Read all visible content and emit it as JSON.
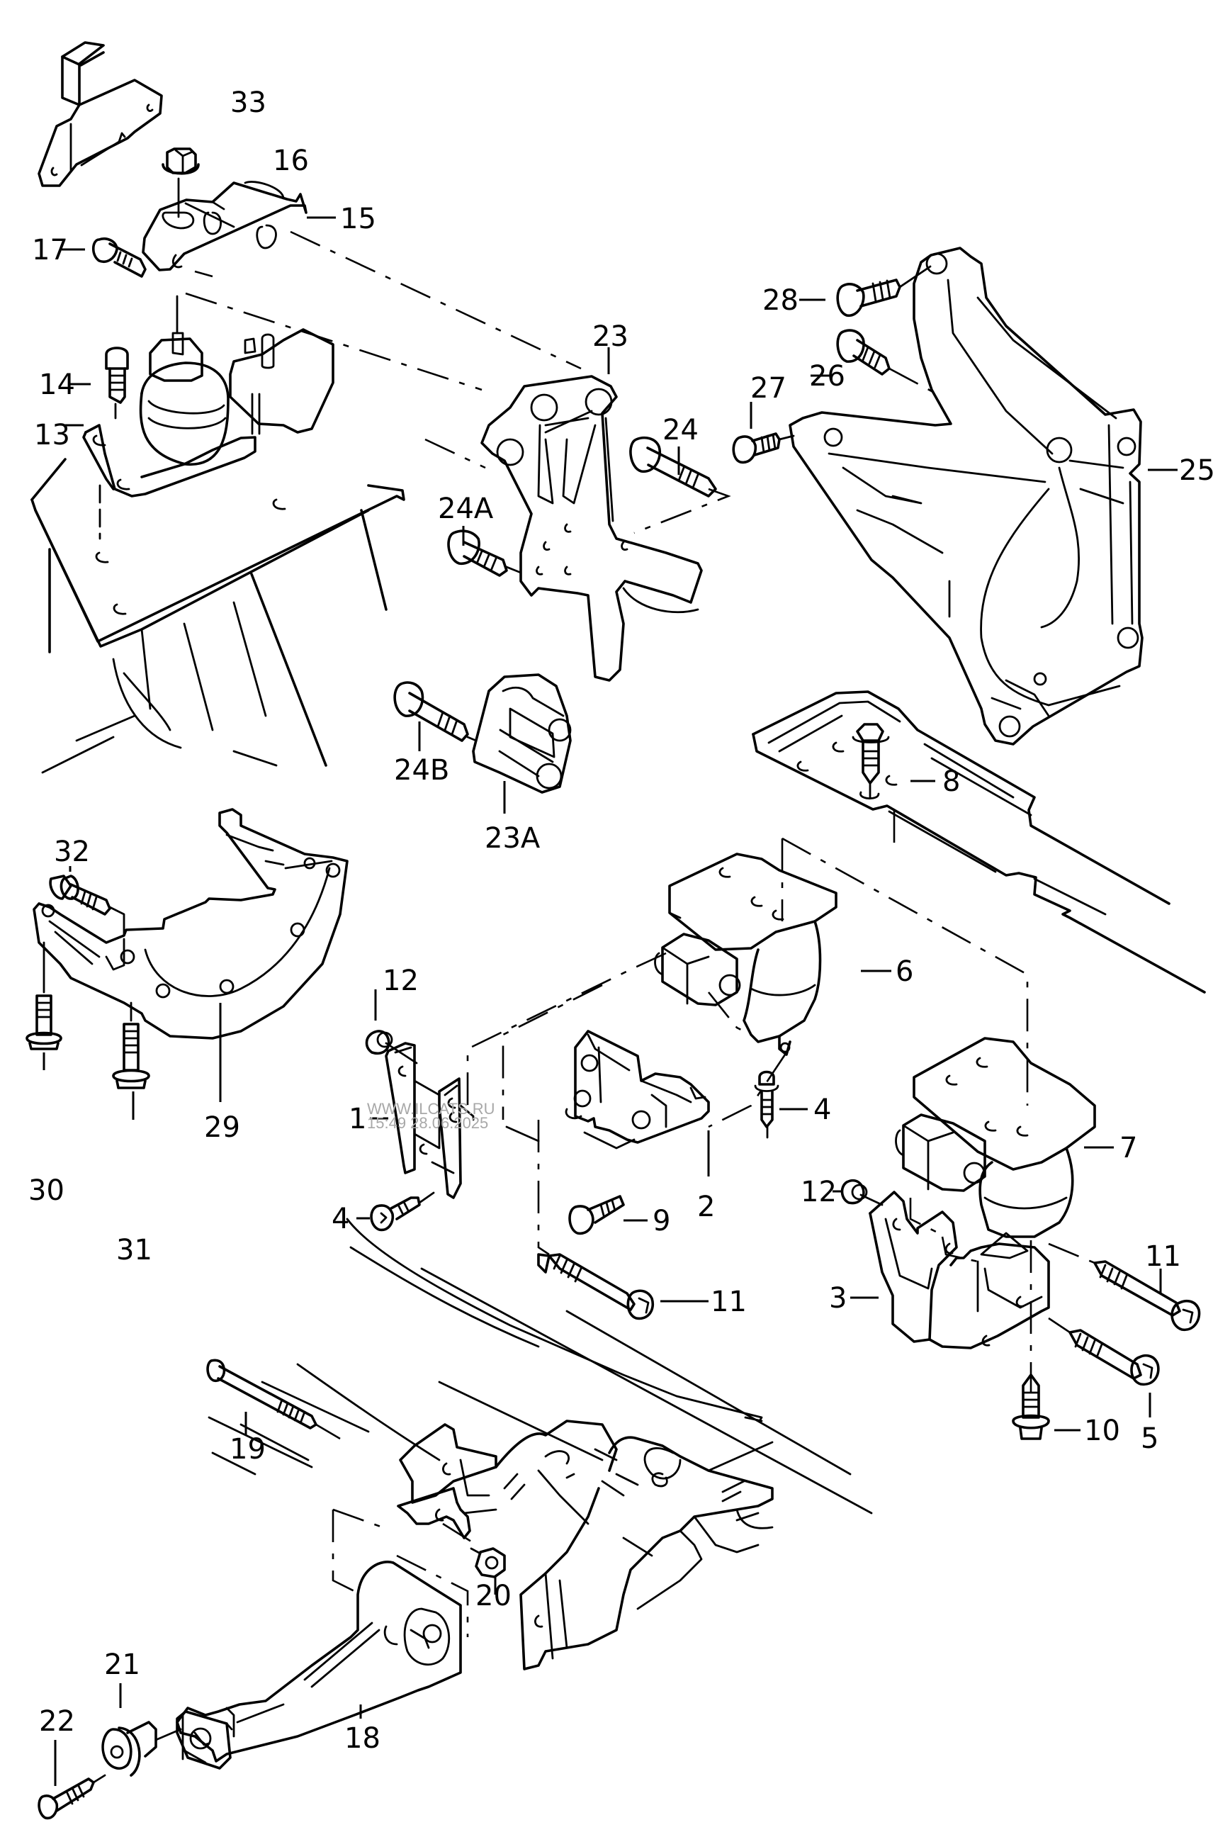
{
  "diagram": {
    "title": "Engine and gearbox mounting - exploded parts diagram",
    "line_color": "#000000",
    "background": "#ffffff",
    "watermark": {
      "line1": "WWW.ILCATS.RU",
      "line2": "15:49 28.06.2025",
      "color": "#a8a8a8"
    },
    "callouts": [
      {
        "id": "33",
        "label": "33",
        "part": "bracket-with-relay"
      },
      {
        "id": "16",
        "label": "16",
        "part": "hex-nut"
      },
      {
        "id": "15",
        "label": "15",
        "part": "engine-mount-bracket"
      },
      {
        "id": "17",
        "label": "17",
        "part": "bolt"
      },
      {
        "id": "14",
        "label": "14",
        "part": "bolt"
      },
      {
        "id": "13",
        "label": "13",
        "part": "engine-mount-bearing"
      },
      {
        "id": "23",
        "label": "23",
        "part": "support-bracket"
      },
      {
        "id": "24",
        "label": "24",
        "part": "bolt"
      },
      {
        "id": "24A",
        "label": "24A",
        "part": "bolt"
      },
      {
        "id": "24B",
        "label": "24B",
        "part": "bolt"
      },
      {
        "id": "23A",
        "label": "23A",
        "part": "bushing-bracket"
      },
      {
        "id": "28",
        "label": "28",
        "part": "bolt"
      },
      {
        "id": "26",
        "label": "26",
        "part": "bolt"
      },
      {
        "id": "27",
        "label": "27",
        "part": "bolt"
      },
      {
        "id": "25",
        "label": "25",
        "part": "engine-support-bracket"
      },
      {
        "id": "8",
        "label": "8",
        "part": "bolt"
      },
      {
        "id": "6",
        "label": "6",
        "part": "gearbox-mount-left"
      },
      {
        "id": "7",
        "label": "7",
        "part": "gearbox-mount-right"
      },
      {
        "id": "12a",
        "label": "12",
        "part": "nut"
      },
      {
        "id": "12b",
        "label": "12",
        "part": "nut"
      },
      {
        "id": "1",
        "label": "1",
        "part": "bracket"
      },
      {
        "id": "2",
        "label": "2",
        "part": "bracket"
      },
      {
        "id": "4a",
        "label": "4",
        "part": "screw"
      },
      {
        "id": "4b",
        "label": "4",
        "part": "screw"
      },
      {
        "id": "9",
        "label": "9",
        "part": "bolt"
      },
      {
        "id": "11a",
        "label": "11",
        "part": "bolt"
      },
      {
        "id": "11b",
        "label": "11",
        "part": "bolt"
      },
      {
        "id": "3",
        "label": "3",
        "part": "bracket"
      },
      {
        "id": "10",
        "label": "10",
        "part": "bolt"
      },
      {
        "id": "5",
        "label": "5",
        "part": "bolt"
      },
      {
        "id": "32",
        "label": "32",
        "part": "bolt"
      },
      {
        "id": "29",
        "label": "29",
        "part": "bracket-arc"
      },
      {
        "id": "30",
        "label": "30",
        "part": "bolt"
      },
      {
        "id": "31",
        "label": "31",
        "part": "bolt"
      },
      {
        "id": "19",
        "label": "19",
        "part": "bolt"
      },
      {
        "id": "20",
        "label": "20",
        "part": "nut"
      },
      {
        "id": "21",
        "label": "21",
        "part": "washer-bushing"
      },
      {
        "id": "22",
        "label": "22",
        "part": "bolt"
      },
      {
        "id": "18",
        "label": "18",
        "part": "torque-support"
      }
    ]
  }
}
